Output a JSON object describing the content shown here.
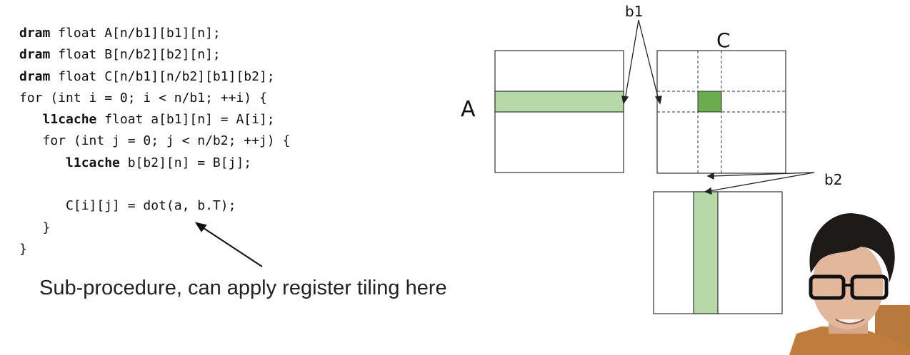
{
  "code": {
    "lines": [
      [
        {
          "t": "dram",
          "b": true
        },
        {
          "t": " float A[n/b1][b1][n];",
          "b": false
        }
      ],
      [
        {
          "t": "dram",
          "b": true
        },
        {
          "t": " float B[n/b2][b2][n];",
          "b": false
        }
      ],
      [
        {
          "t": "dram",
          "b": true
        },
        {
          "t": " float C[n/b1][n/b2][b1][b2];",
          "b": false
        }
      ],
      [
        {
          "t": "for (int i = 0; i < n/b1; ++i) {",
          "b": false
        }
      ],
      [
        {
          "t": "   ",
          "b": false
        },
        {
          "t": "l1cache",
          "b": true
        },
        {
          "t": " float a[b1][n] = A[i];",
          "b": false
        }
      ],
      [
        {
          "t": "   for (int j = 0; j < n/b2; ++j) {",
          "b": false
        }
      ],
      [
        {
          "t": "      ",
          "b": false
        },
        {
          "t": "l1cache",
          "b": true
        },
        {
          "t": " b[b2][n] = B[j];",
          "b": false
        }
      ],
      [
        {
          "t": "",
          "b": false
        }
      ],
      [
        {
          "t": "      C[i][j] = dot(a, b.T);",
          "b": false
        }
      ],
      [
        {
          "t": "   }",
          "b": false
        }
      ],
      [
        {
          "t": "}",
          "b": false
        }
      ]
    ]
  },
  "caption": "Sub-procedure, can apply register tiling here",
  "diagram": {
    "label_A": "A",
    "label_C": "C",
    "label_b1": "b1",
    "label_b2": "b2",
    "tile_light_color": "#b5d9a8",
    "tile_dark_color": "#6aac4f"
  },
  "webcam": {
    "description_icon": "presenter-video-icon"
  }
}
